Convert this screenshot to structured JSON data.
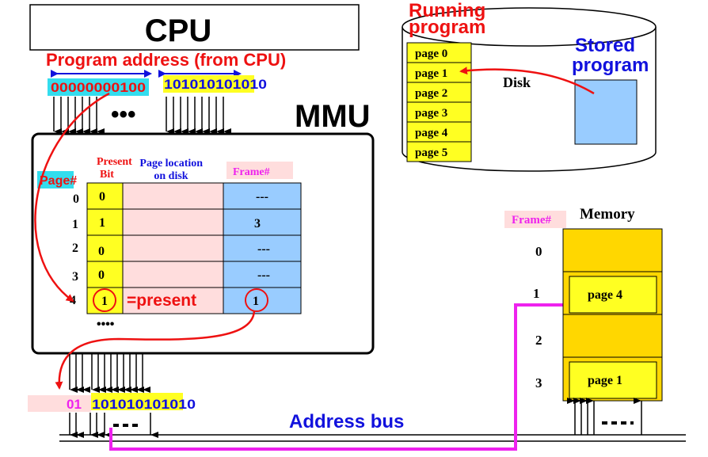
{
  "cpu": {
    "label": "CPU"
  },
  "program_address": {
    "caption": "Program address (from CPU)",
    "page_bits": "00000000100",
    "offset_bits": "101010101010"
  },
  "mmu": {
    "label": "MMU"
  },
  "page_table": {
    "page_header": "Page#",
    "present_header": [
      "Present",
      "Bit"
    ],
    "location_header": [
      "Page location",
      "on disk"
    ],
    "frame_header": "Frame#",
    "rows": [
      {
        "page": "0",
        "present": "0",
        "frame": "---"
      },
      {
        "page": "1",
        "present": "1",
        "frame": "3"
      },
      {
        "page": "2",
        "present": "0",
        "frame": "---"
      },
      {
        "page": "3",
        "present": "0",
        "frame": "---"
      },
      {
        "page": "4",
        "present": "1",
        "frame": "1"
      }
    ],
    "present_note": "=present",
    "more": "••••"
  },
  "disk": {
    "running_label": [
      "Running",
      "program"
    ],
    "stored_label": [
      "Stored",
      "program"
    ],
    "disk_label": "Disk",
    "pages": [
      "page 0",
      "page 1",
      "page 2",
      "page 3",
      "page 4",
      "page 5"
    ]
  },
  "memory": {
    "frame_header": "Frame#",
    "title": "Memory",
    "frames": [
      {
        "num": "0",
        "content": ""
      },
      {
        "num": "1",
        "content": "page 4"
      },
      {
        "num": "2",
        "content": ""
      },
      {
        "num": "3",
        "content": "page 1"
      }
    ]
  },
  "physical_address": {
    "frame_bits": "01",
    "offset_bits": "101010101010"
  },
  "address_bus": {
    "label": "Address bus"
  },
  "colors": {
    "red": "#ee1111",
    "blue": "#1111dd",
    "magenta": "#ee22ee",
    "yellow": "#ffff22",
    "cyan": "#33ddee",
    "pink": "#ffdddd",
    "light_blue": "#99ccff",
    "memory_gold": "#ffd700"
  }
}
